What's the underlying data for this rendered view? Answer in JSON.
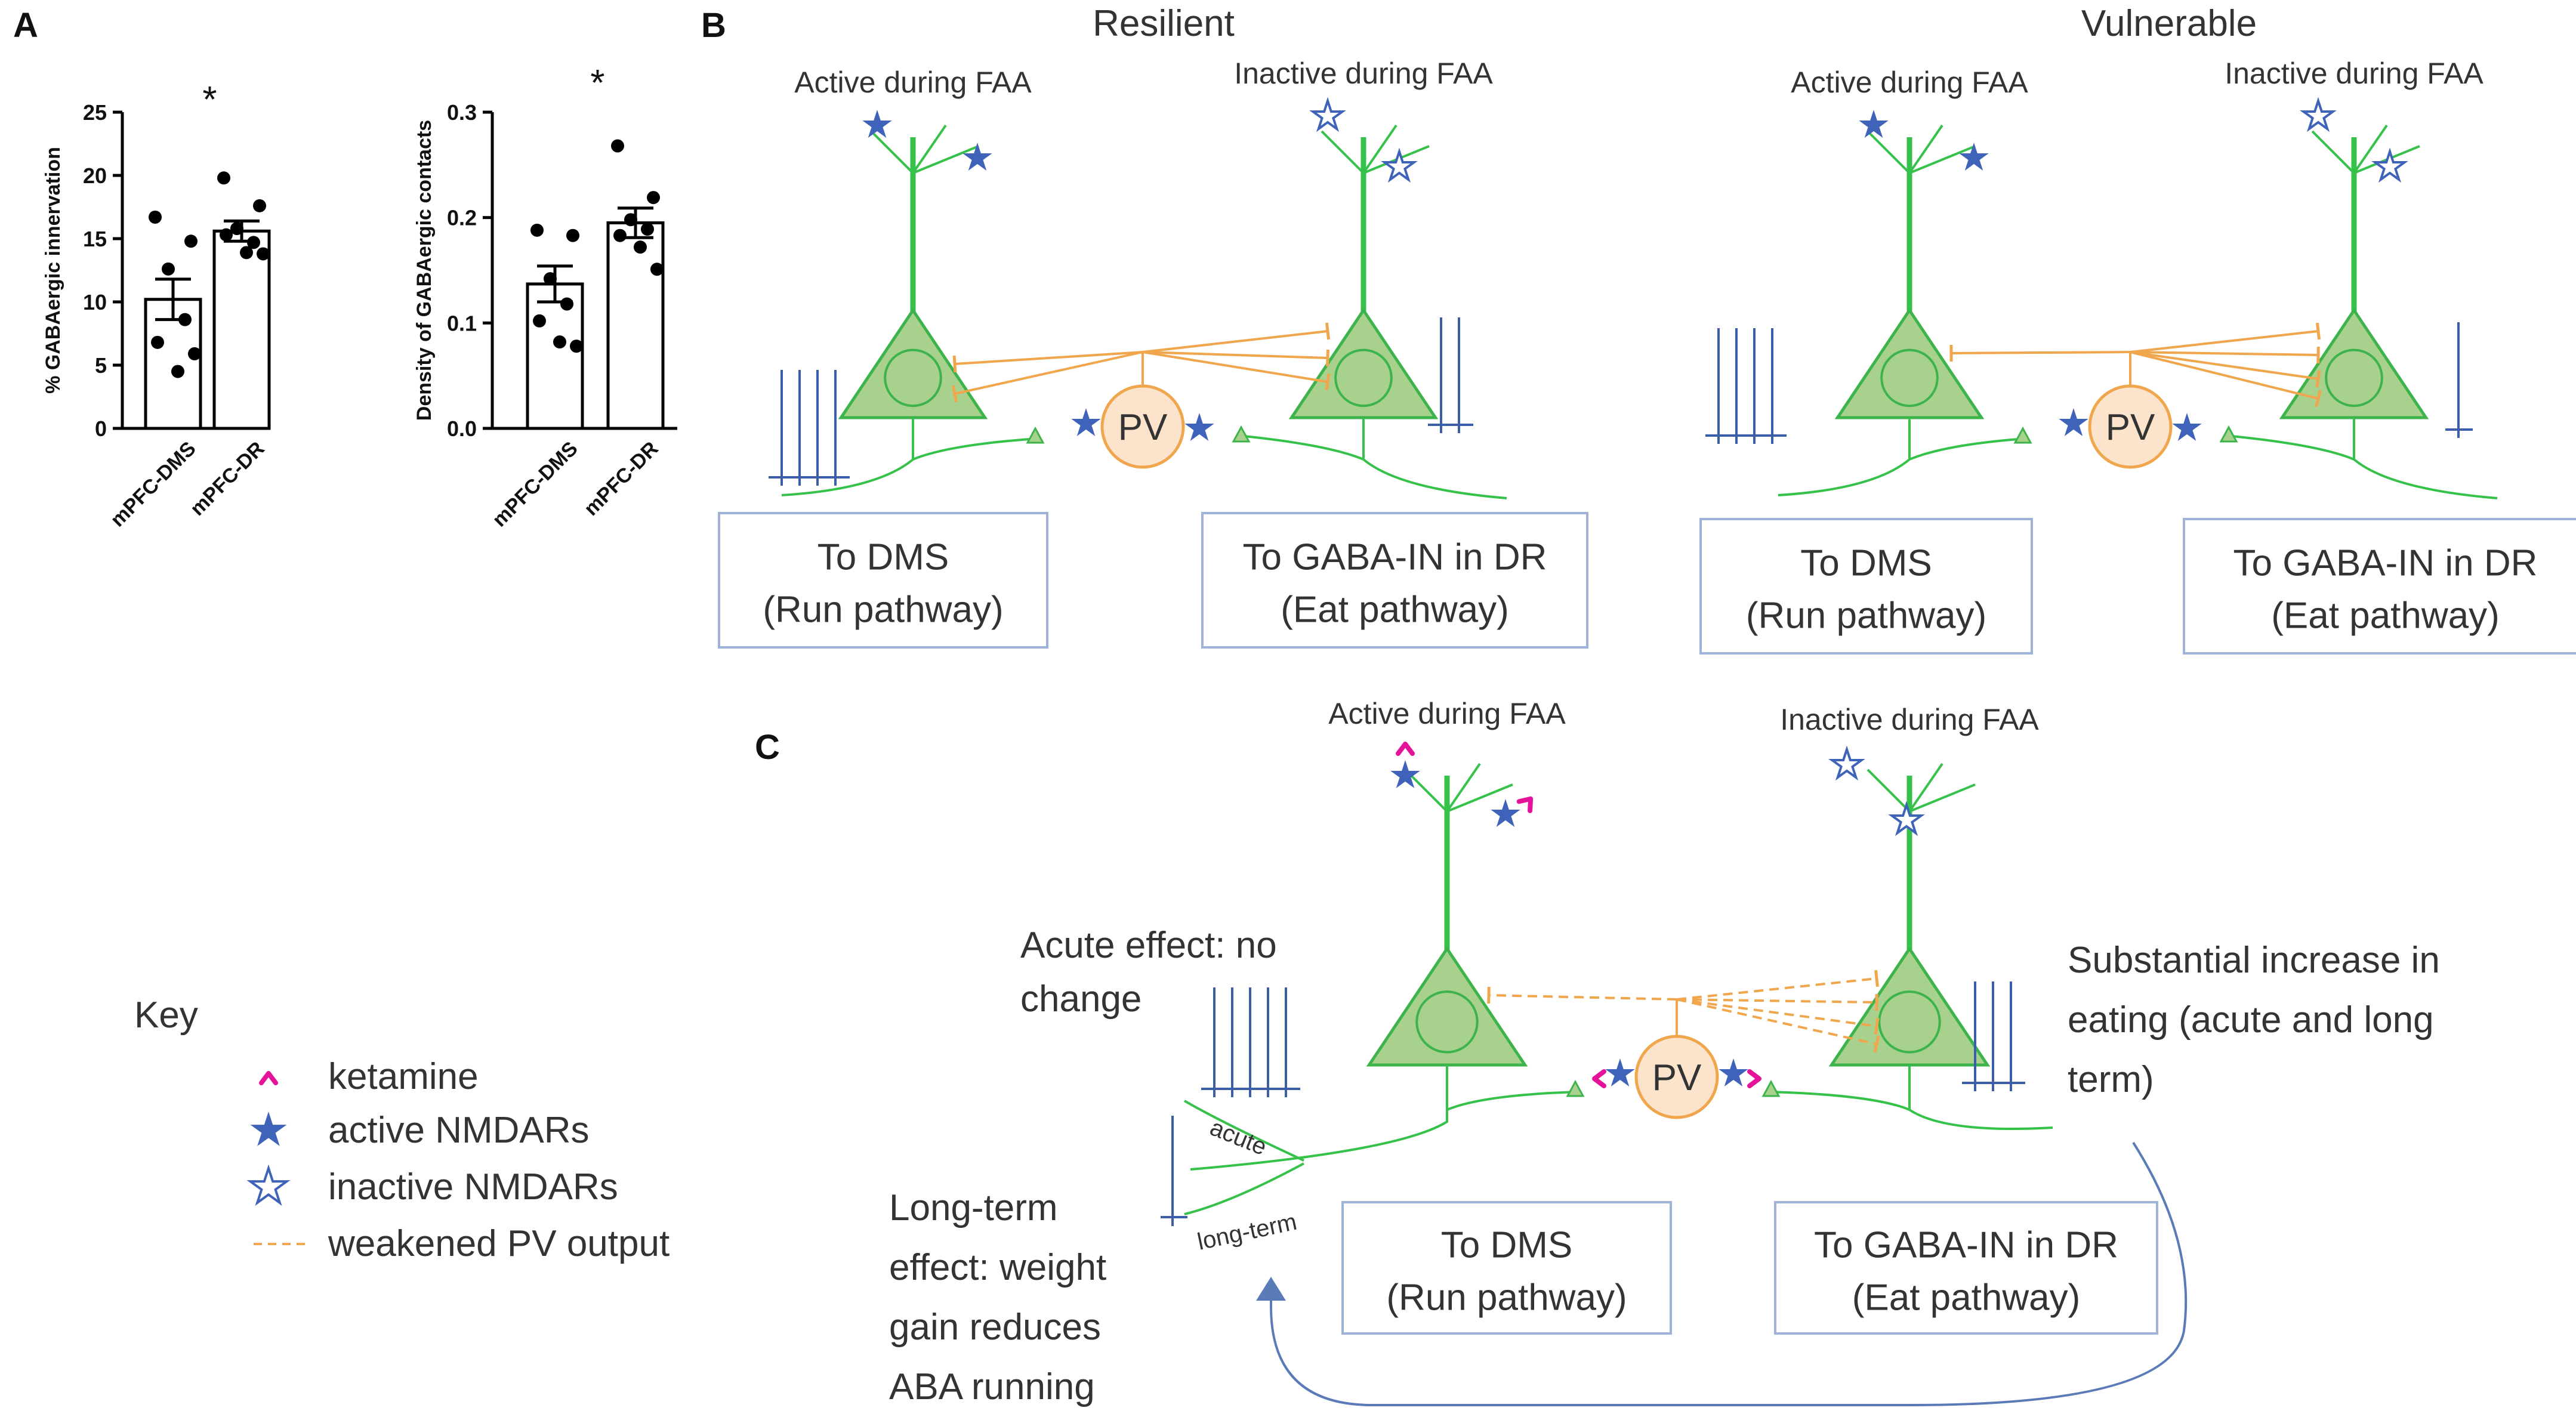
{
  "colors": {
    "neuron_fill": "#a9d18e",
    "neuron_stroke": "#3cb44b",
    "axon": "#36c24a",
    "pv_fill": "#fbe3cc",
    "pv_stroke": "#f0a64c",
    "pv_output": "#f0a64c",
    "nmdar": "#3f63b8",
    "spike": "#3a5ea8",
    "ketamine": "#e5139a",
    "box_stroke": "#9fb2d8",
    "return_arrow": "#5a7bb8",
    "bar_edge": "#000000"
  },
  "panel_labels": {
    "a": "A",
    "b": "B",
    "c": "C"
  },
  "panel_a": {
    "chart_data": [
      {
        "type": "bar",
        "ylabel": "% GABAergic innervation",
        "ylim": [
          0,
          25
        ],
        "ticks": [
          "0",
          "5",
          "10",
          "15",
          "20",
          "25"
        ],
        "categories": [
          "mPFC-DMS",
          "mPFC-DR"
        ],
        "values": [
          10.2,
          15.6
        ],
        "sem": [
          1.6,
          0.8
        ],
        "points": [
          [
            16.7,
            14.8,
            12.6,
            8.6,
            6.8,
            4.5,
            5.9
          ],
          [
            19.8,
            17.6,
            15.8,
            14.7,
            15.3,
            13.9,
            13.8
          ]
        ],
        "significance": "*"
      },
      {
        "type": "bar",
        "ylabel": "Density of GABAergic contacts",
        "ylim": [
          0,
          0.3
        ],
        "ticks": [
          "0.0",
          "0.1",
          "0.2",
          "0.3"
        ],
        "categories": [
          "mPFC-DMS",
          "mPFC-DR"
        ],
        "values": [
          0.137,
          0.195
        ],
        "sem": [
          0.017,
          0.014
        ],
        "points": [
          [
            0.188,
            0.183,
            0.142,
            0.118,
            0.102,
            0.082,
            0.078
          ],
          [
            0.268,
            0.219,
            0.198,
            0.189,
            0.183,
            0.172,
            0.151
          ]
        ],
        "significance": "*"
      }
    ]
  },
  "panel_b": {
    "resilient": {
      "title": "Resilient",
      "active_label": "Active during FAA",
      "inactive_label": "Inactive during FAA",
      "pv_label": "PV",
      "box_dms": [
        "To DMS",
        "(Run pathway)"
      ],
      "box_dr": [
        "To GABA-IN in DR",
        "(Eat pathway)"
      ]
    },
    "vulnerable": {
      "title": "Vulnerable",
      "active_label": "Active during FAA",
      "inactive_label": "Inactive during FAA",
      "pv_label": "PV",
      "box_dms": [
        "To DMS",
        "(Run pathway)"
      ],
      "box_dr": [
        "To GABA-IN in DR",
        "(Eat pathway)"
      ]
    }
  },
  "panel_c": {
    "active_label": "Active during FAA",
    "inactive_label": "Inactive during FAA",
    "pv_label": "PV",
    "acute_effect": [
      "Acute effect: no",
      "change"
    ],
    "increase_text": [
      "Substantial increase in",
      "eating (acute and long",
      "term)"
    ],
    "longterm_effect": [
      "Long-term",
      "effect: weight",
      "gain reduces",
      "ABA running"
    ],
    "acute_branch": "acute",
    "longterm_branch": "long-term",
    "box_dms": [
      "To DMS",
      "(Run pathway)"
    ],
    "box_dr": [
      "To GABA-IN in DR",
      "(Eat pathway)"
    ]
  },
  "key": {
    "title": "Key",
    "items": [
      {
        "symbol": "ketamine-icon",
        "label": "ketamine"
      },
      {
        "symbol": "filled-star-icon",
        "label": "active NMDARs"
      },
      {
        "symbol": "open-star-icon",
        "label": "inactive NMDARs"
      },
      {
        "symbol": "dashed-line-icon",
        "label": "weakened PV output"
      }
    ]
  }
}
